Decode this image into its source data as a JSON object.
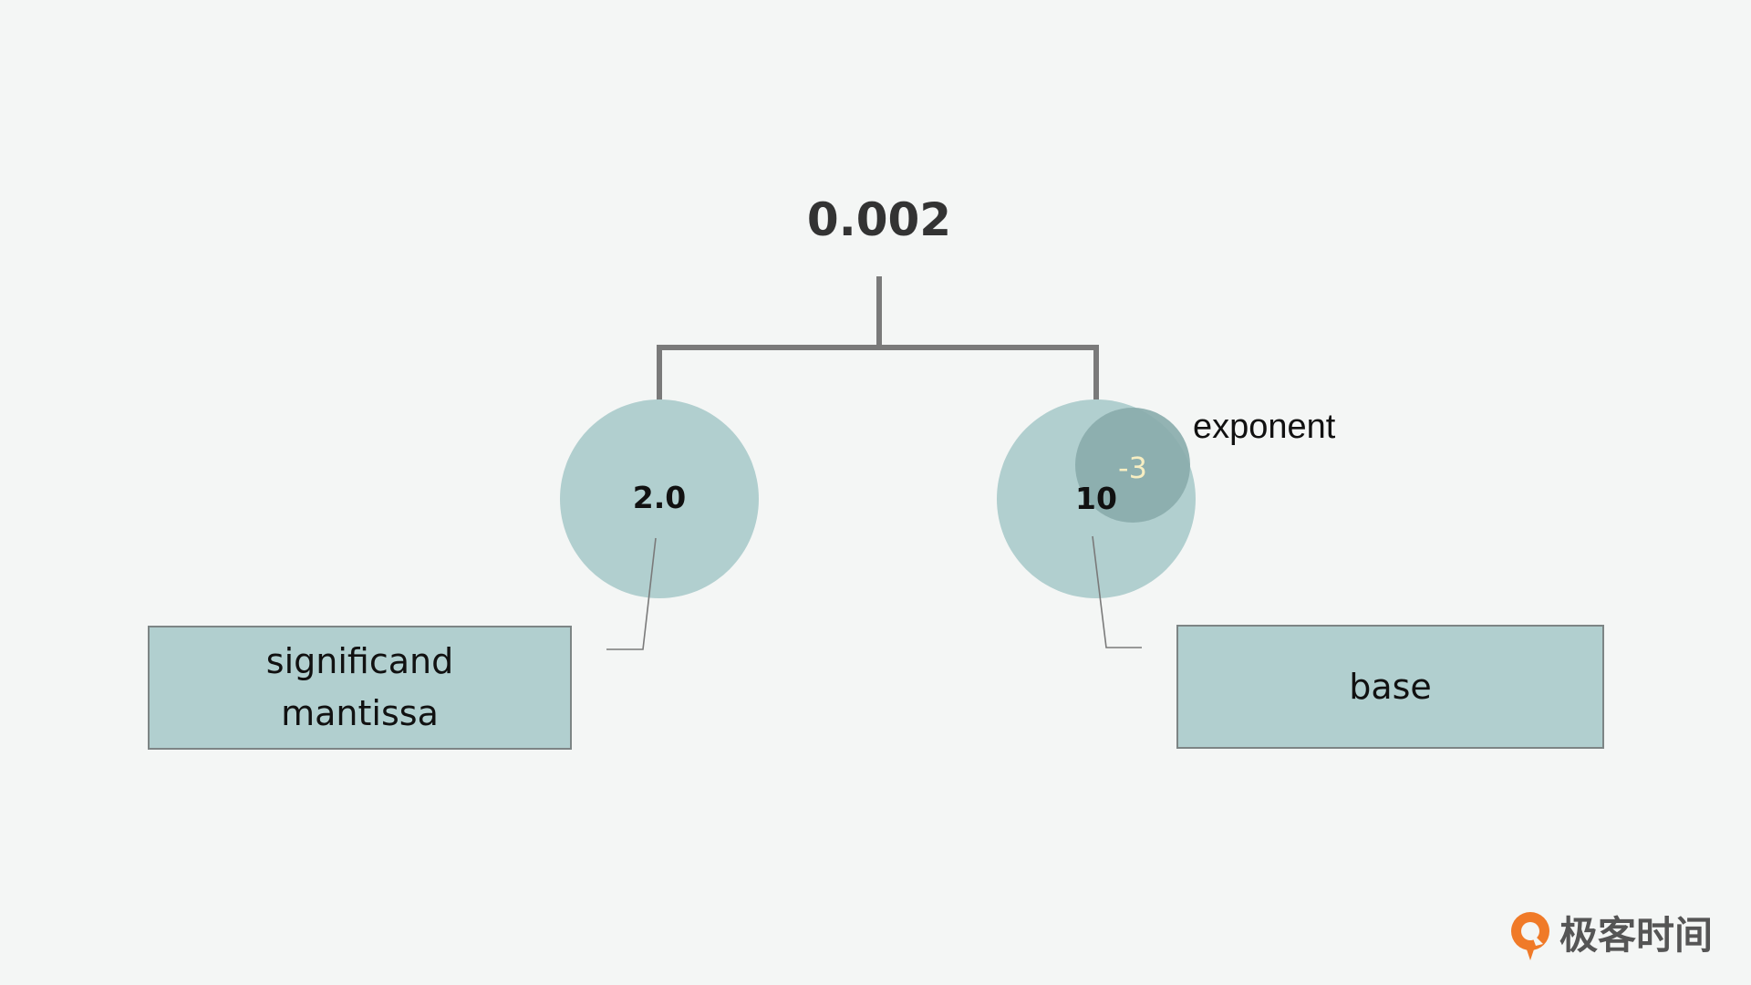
{
  "number": "0.002",
  "significand": {
    "value": "2.0",
    "label_lines": [
      "significand",
      "mantissa"
    ]
  },
  "base": {
    "value": "10",
    "label": "base"
  },
  "exponent": {
    "value": "-3",
    "label": "exponent"
  },
  "brand": {
    "logo_text": "极客时间",
    "icon": "geektime-logo-icon"
  },
  "colors": {
    "circle": "#b1cfcf",
    "exponent_circle": "#8aadac",
    "exponent_text": "#f7eec2",
    "connector": "#7a7a7a",
    "logo_orange": "#f07a28"
  }
}
